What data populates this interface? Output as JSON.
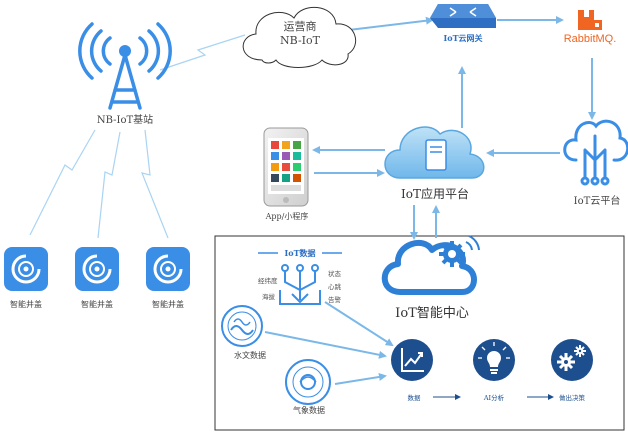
{
  "nodes": {
    "base_station": "NB-IoT基站",
    "operator": [
      "运营商",
      "NB-IoT"
    ],
    "gateway": "IoT云网关",
    "rabbitmq": "RabbitMQ.",
    "cloud_platform": "IoT云平台",
    "app_platform": "IoT应用平台",
    "app": "App/小程序",
    "manhole": "智能井盖",
    "smart_center": "IoT智能中心",
    "iot_data": "IoT数据",
    "sensor_left": [
      "经纬度",
      "海拔"
    ],
    "sensor_right": [
      "状态",
      "心跳",
      "告警"
    ],
    "hydrology": "水文数据",
    "weather": "气象数据",
    "step_data": "数据",
    "step_ai": "AI分析",
    "step_decision": "做出决策"
  },
  "colors": {
    "primary_blue": "#3a8ee6",
    "light_blue": "#7ec3ee",
    "arrow": "#7bb8e8",
    "icon_dark": "#2e6fc4",
    "rabbit_orange": "#f06522",
    "dark_blue": "#1d4f8f"
  },
  "icons": [
    "signal-tower-icon",
    "cloud-icon",
    "switch-icon",
    "rabbitmq-icon",
    "tree-circuit-icon",
    "phone-icon",
    "server-cloud-icon",
    "manhole-icon",
    "gear-cloud-icon",
    "chart-icon",
    "bulb-icon",
    "gears-icon",
    "seal-icon"
  ]
}
